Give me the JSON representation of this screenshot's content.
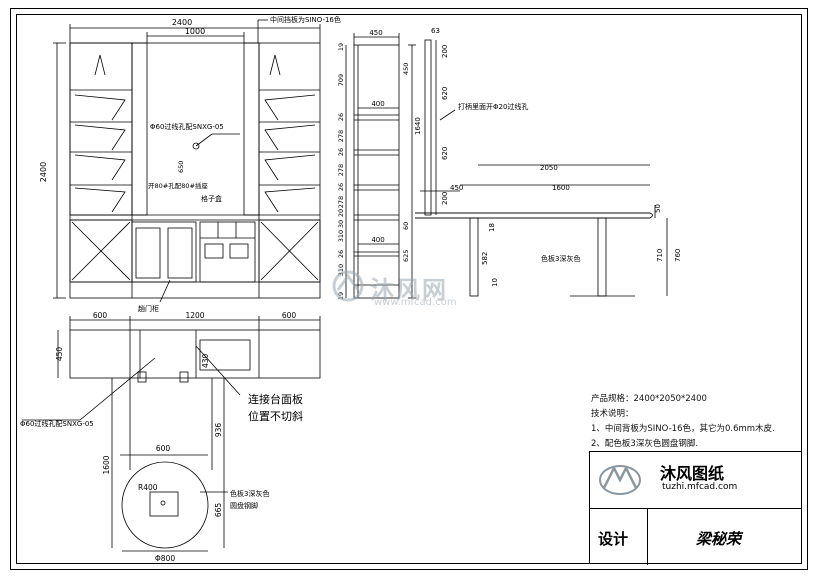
{
  "front_view": {
    "dim_total_width": "2400",
    "dim_center_width": "1000",
    "dim_height": "2400",
    "note_middle_board": "中间挡板为SINO-16色",
    "note_wire_hole": "Φ60过线孔配SNXG-05",
    "note_bracket": "开80#孔配80#插座",
    "note_box": "格子盒",
    "note_cabinet": "趟门柜",
    "dim_small_650": "650"
  },
  "side_view": {
    "dim_depth": "450",
    "dim_inner": "400",
    "dim_lower_inner": "400",
    "vertical_dims": [
      "19",
      "709",
      "26",
      "278",
      "26",
      "278",
      "26",
      "278",
      "20",
      "30",
      "310",
      "26",
      "310",
      "19"
    ],
    "right_dims": [
      "450",
      "60",
      "625"
    ]
  },
  "desk_view": {
    "dim_top_offset": "63",
    "dim_depth_top": "200",
    "dim_panel": "620",
    "dim_total": "1640",
    "dim_lower_panel": "620",
    "dim_bottom_panel": "200",
    "dim_desk_total": "2050",
    "dim_desk_450": "450",
    "dim_desk_1600": "1600",
    "dim_50": "50",
    "dim_18": "18",
    "dim_710": "710",
    "dim_760": "760",
    "dim_582": "582",
    "dim_10": "10",
    "note_cable_hole": "打柄里面开Φ20过线孔",
    "note_color_board": "色板3深灰色"
  },
  "plan_view": {
    "dim_left": "600",
    "dim_center": "1200",
    "dim_right": "600",
    "dim_depth": "450",
    "dim_430": "430",
    "dim_600": "600",
    "dim_1600": "1600",
    "dim_936": "936",
    "dim_665": "665",
    "dim_diameter": "Φ800",
    "dim_radius": "R400",
    "note_wire_hole": "Φ60过线孔配SNXG-05",
    "note_connect_line1": "连接台面板",
    "note_connect_line2": "位置不切斜",
    "note_base_line1": "色板3深灰色",
    "note_base_line2": "圆盘钢脚"
  },
  "notes": {
    "spec": "产品规格：2400*2050*2400",
    "tech_title": "技术说明：",
    "item1": "1、中间背板为SINO-16色，其它为0.6mm木皮.",
    "item2": "2、配色板3深灰色圆盘钢脚."
  },
  "title_block": {
    "brand": "沐风图纸",
    "url": "tuzhi.mfcad.com",
    "design_label": "设计",
    "designer_name": "梁秘荣"
  },
  "watermark": {
    "text": "沐风网",
    "url": "www.mfcad.com"
  },
  "colors": {
    "line": "#000000",
    "watermark": "#9aa9b4"
  }
}
